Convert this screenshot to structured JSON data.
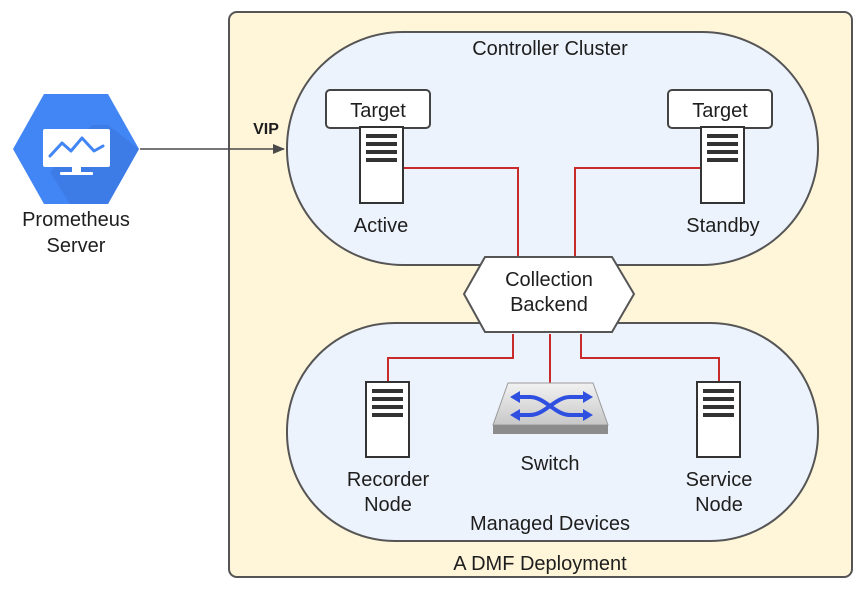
{
  "prometheus": {
    "line1": "Prometheus",
    "line2": "Server"
  },
  "vip_label": "VIP",
  "deployment_label": "A DMF Deployment",
  "controller_cluster": {
    "title": "Controller Cluster",
    "active": {
      "target": "Target",
      "label": "Active"
    },
    "standby": {
      "target": "Target",
      "label": "Standby"
    }
  },
  "collection_backend": {
    "line1": "Collection",
    "line2": "Backend"
  },
  "managed_devices": {
    "title": "Managed Devices",
    "recorder": {
      "line1": "Recorder",
      "line2": "Node"
    },
    "switch": {
      "label": "Switch"
    },
    "service": {
      "line1": "Service",
      "line2": "Node"
    }
  },
  "colors": {
    "deployment_fill": "#fff5d9",
    "cluster_fill": "#edf3fc",
    "connector_red": "#c92a2a",
    "prometheus_blue": "#4285f4",
    "switch_arrows": "#2f4fe0"
  },
  "icons": [
    "monitor-icon",
    "server-icon",
    "switch-icon",
    "arrow-right-icon"
  ]
}
